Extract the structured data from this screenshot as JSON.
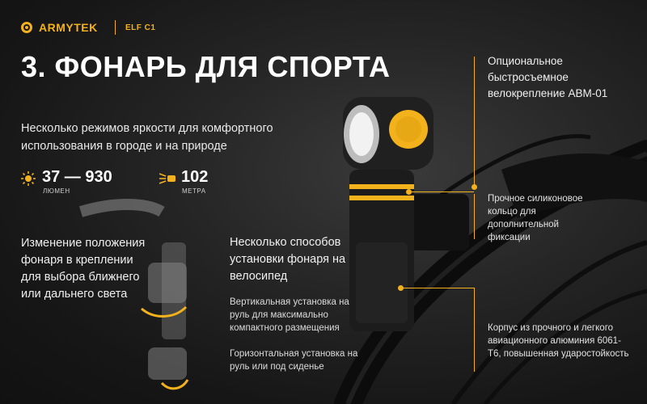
{
  "header": {
    "brand": "ARMYTEK",
    "model": "ELF C1"
  },
  "title": "3. ФОНАРЬ ДЛЯ СПОРТА",
  "description": "Несколько режимов яркости для комфортного использования в городе и на природе",
  "stats": {
    "lumens": {
      "value": "37 — 930",
      "unit": "ЛЮМЕН",
      "icon": "sun-icon"
    },
    "range": {
      "value": "102",
      "unit": "МЕТРА",
      "icon": "beam-icon"
    }
  },
  "position_text": "Изменение положения фонаря в креплении для выбора ближнего или дальнего света",
  "mounting": {
    "title": "Несколько способов установки фонаря на велосипед",
    "vertical": "Вертикальная установка на руль для максимально компактного размещения",
    "horizontal": "Горизонтальная установка на руль или под сиденье"
  },
  "callouts": {
    "mount": "Опциональное быстросъемное велокрепление ABM-01",
    "ring": "Прочное силиконовое кольцо для дополнительной фиксации",
    "body": "Корпус из прочного и легкого авиационного алюминия 6061-T6, повышенная ударостойкость"
  },
  "colors": {
    "accent": "#f3b11b",
    "background": "#1b1b1b",
    "text": "#ffffff"
  }
}
